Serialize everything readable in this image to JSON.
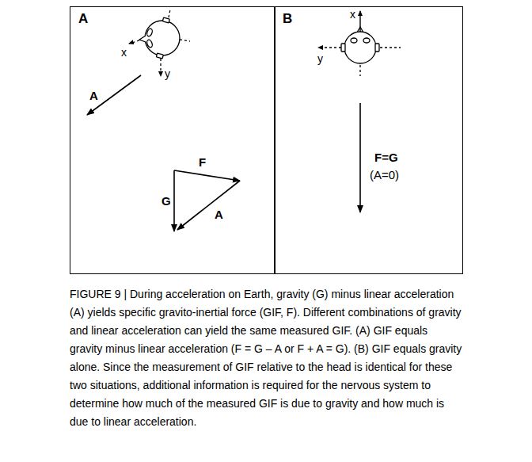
{
  "diagram": {
    "caption": "FIGURE 9 | During acceleration on Earth, gravity (G) minus linear acceleration (A) yields specific gravito-inertial force (GIF, F). Different combinations of gravity and linear acceleration can yield the same measured GIF. (A) GIF equals gravity minus linear acceleration (F = G – A or F + A = G). (B) GIF equals gravity alone. Since the measurement of GIF relative to the head is identical for these two situations, additional information is required for the nervous system to determine how much of the measured GIF is due to gravity and how much is due to linear acceleration.",
    "nodes": [
      {
        "text": [
          "A",
          "x",
          "y",
          "A",
          "F",
          "G",
          "A"
        ]
      },
      {
        "text": [
          "B",
          "x",
          "y",
          "F=G",
          "(A=0)"
        ]
      }
    ]
  }
}
